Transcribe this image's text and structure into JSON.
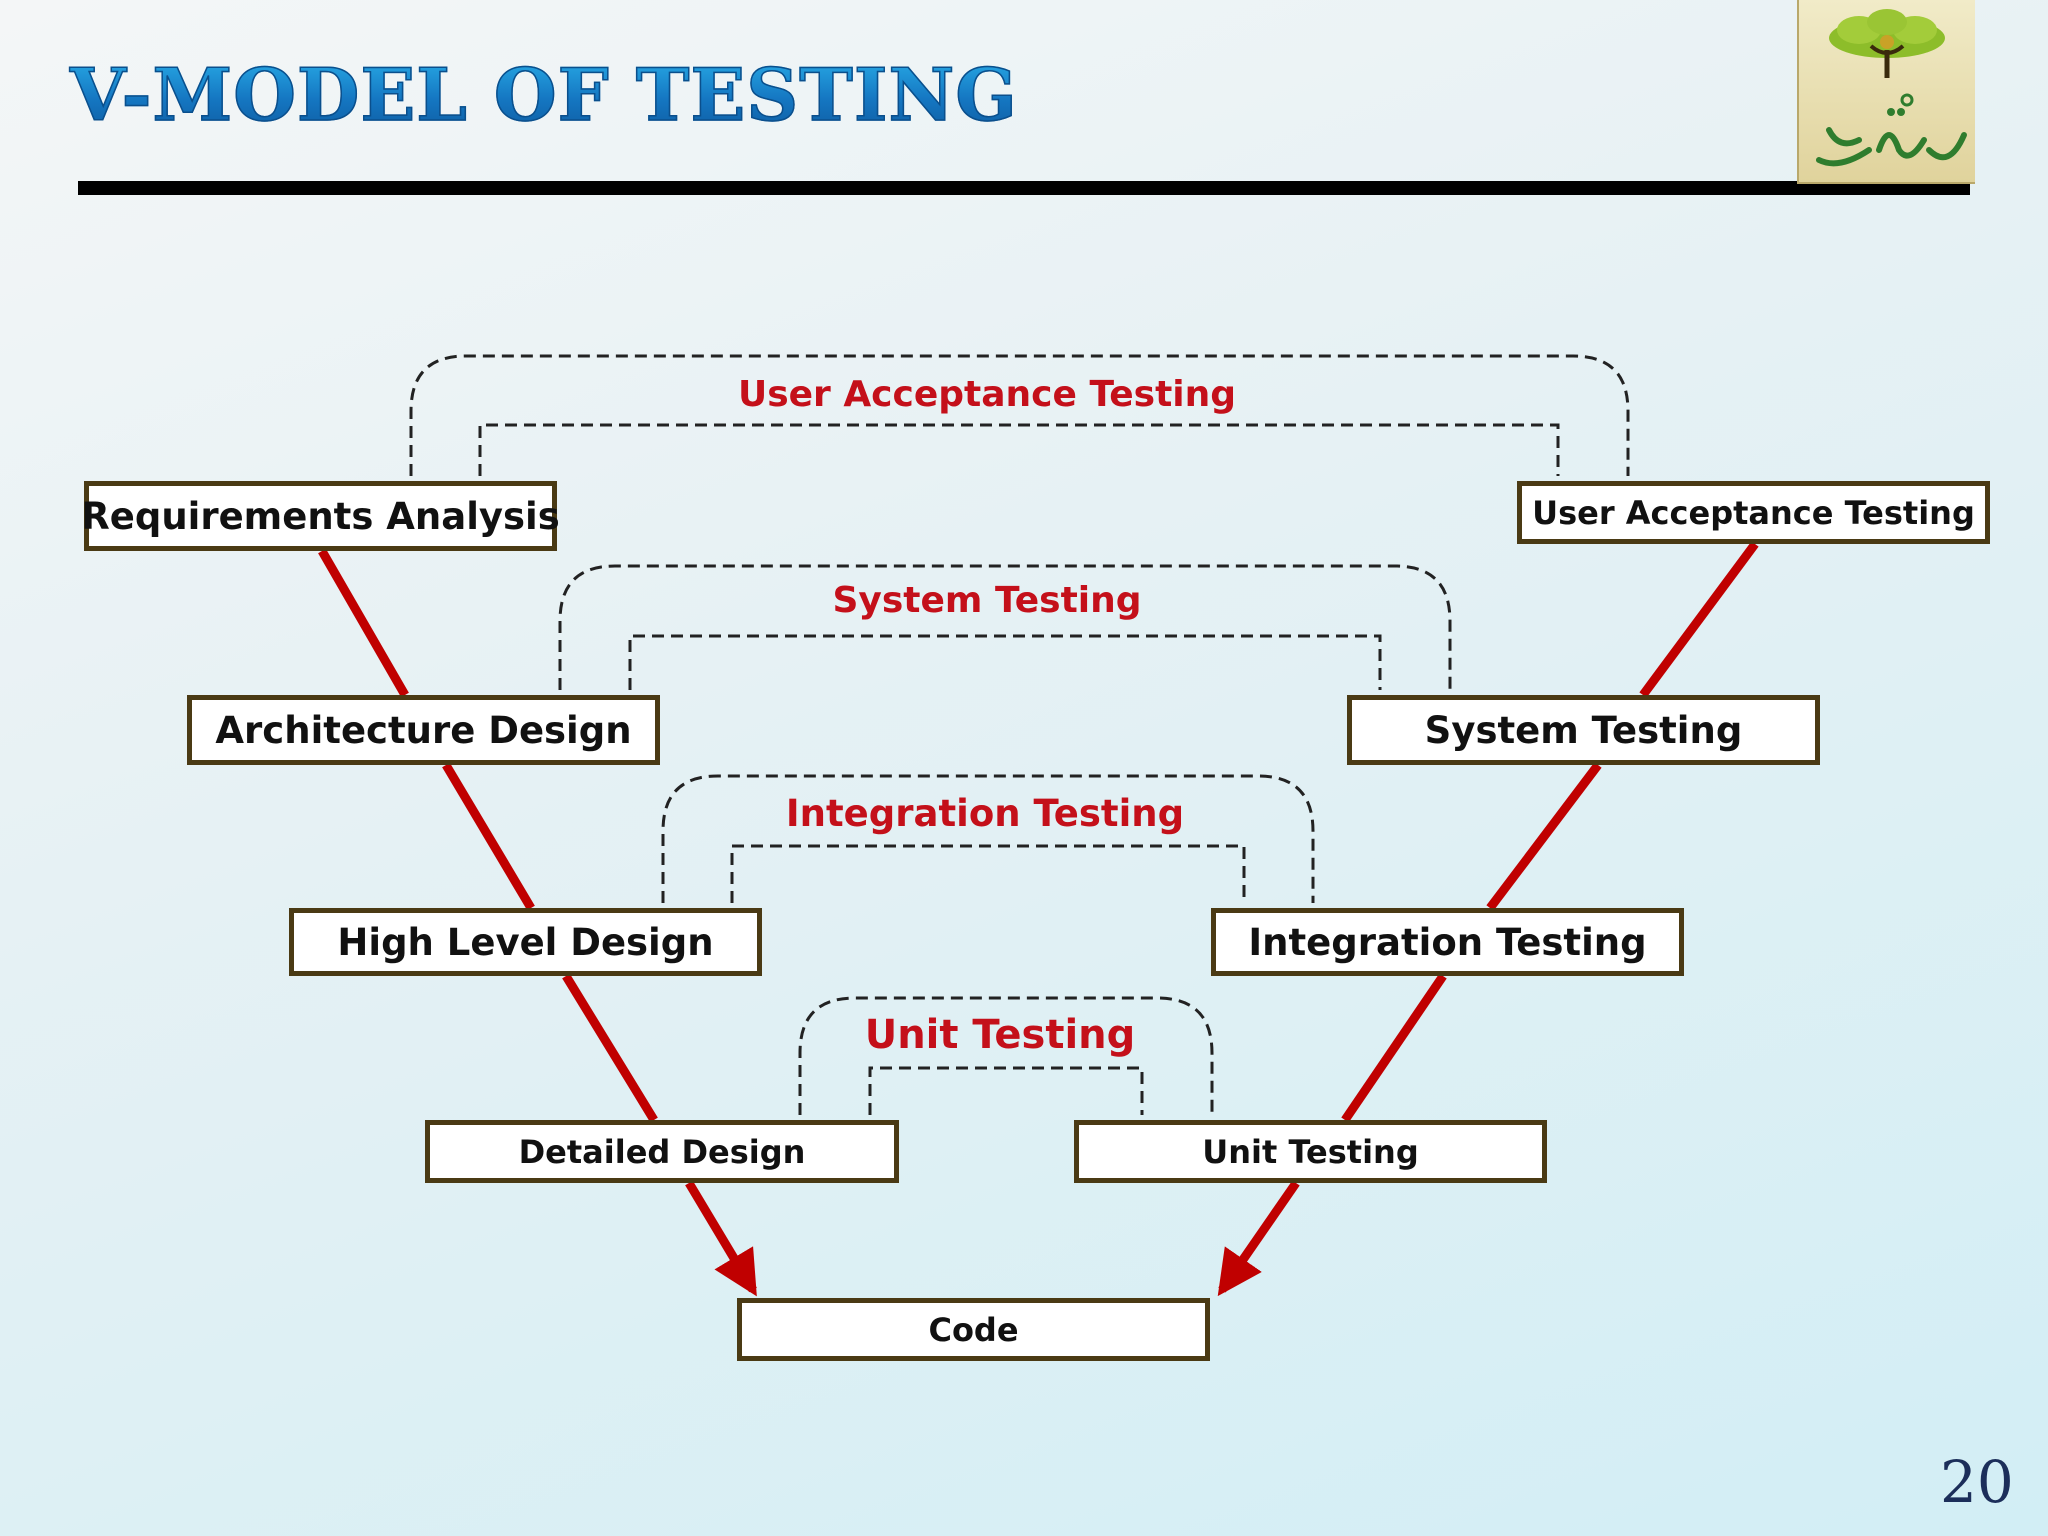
{
  "slide": {
    "title": "V-MODEL OF TESTING",
    "page_number": "20",
    "logo": {
      "icon": "tree-figure-logo-icon",
      "text": "نقدر",
      "colors": [
        "#8dbd2a",
        "#2f7d2e",
        "#c9a227"
      ]
    }
  },
  "diagram": {
    "colors": {
      "arrow": "#c00000",
      "box_border": "#4a3a14",
      "loop_label": "#c4101a",
      "dashes": "#222222"
    },
    "left_nodes": [
      {
        "label": "Requirements Analysis"
      },
      {
        "label": "Architecture Design"
      },
      {
        "label": "High Level Design"
      },
      {
        "label": "Detailed Design"
      }
    ],
    "right_nodes": [
      {
        "label": "User Acceptance Testing"
      },
      {
        "label": "System Testing"
      },
      {
        "label": "Integration Testing"
      },
      {
        "label": "Unit Testing"
      }
    ],
    "bottom_node": {
      "label": "Code"
    },
    "loops": [
      {
        "label": "User Acceptance Testing",
        "from": "Requirements Analysis",
        "to": "User Acceptance Testing"
      },
      {
        "label": "System Testing",
        "from": "Architecture Design",
        "to": "System Testing"
      },
      {
        "label": "Integration Testing",
        "from": "High Level Design",
        "to": "Integration Testing"
      },
      {
        "label": "Unit Testing",
        "from": "Detailed Design",
        "to": "Unit Testing"
      }
    ]
  }
}
